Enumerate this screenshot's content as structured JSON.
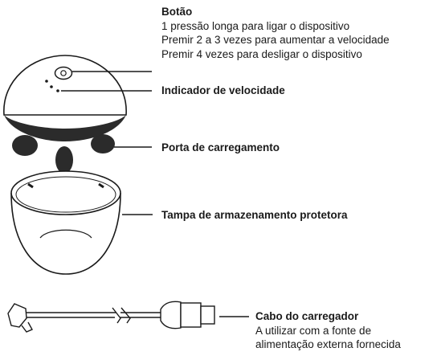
{
  "labels": {
    "button": {
      "title": "Botão",
      "lines": [
        "1 pressão longa para ligar o dispositivo",
        "Premir 2 a 3 vezes para aumentar a velocidade",
        "Premir 4 vezes para desligar o dispositivo"
      ]
    },
    "speed_indicator": {
      "title": "Indicador de velocidade"
    },
    "charging_port": {
      "title": "Porta de carregamento"
    },
    "storage_cap": {
      "title": "Tampa de armazenamento protetora"
    },
    "charger_cable": {
      "title": "Cabo do carregador",
      "lines": [
        "A utilizar com a fonte de",
        "alimentação externa fornecida"
      ]
    }
  },
  "colors": {
    "line": "#1a1a1a",
    "nub": "#2b2b2b"
  }
}
